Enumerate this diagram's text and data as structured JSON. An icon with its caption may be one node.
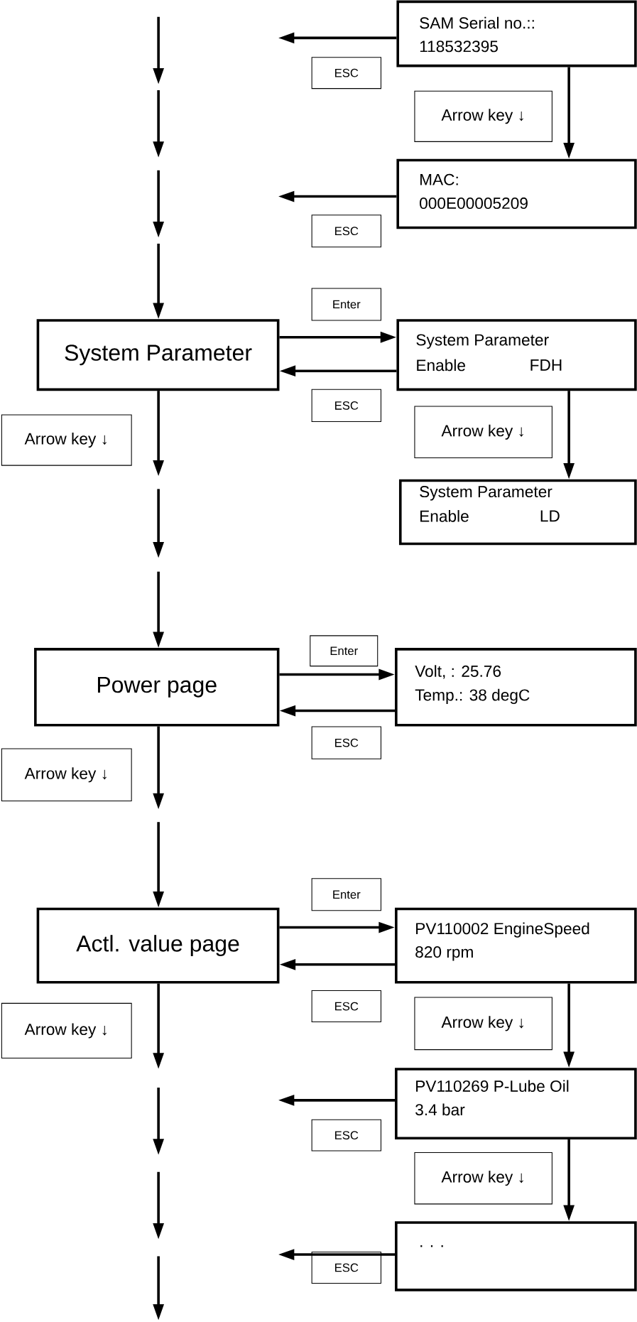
{
  "diagram": {
    "nodes": [
      {
        "text": [
          "SAM Serial no.::",
          "118532395"
        ]
      },
      {
        "text": [
          "ESC"
        ]
      },
      {
        "text": [
          "Arrow key ↓"
        ]
      },
      {
        "text": [
          "MAC:",
          "000E00005209"
        ]
      },
      {
        "text": [
          "ESC"
        ]
      },
      {
        "text": [
          "Enter"
        ]
      },
      {
        "text": [
          "System Parameter"
        ]
      },
      {
        "text": [
          "System Parameter",
          "Enable",
          "FDH"
        ]
      },
      {
        "text": [
          "ESC"
        ]
      },
      {
        "text": [
          "Arrow key ↓"
        ]
      },
      {
        "text": [
          "Arrow key ↓"
        ]
      },
      {
        "text": [
          "System Parameter",
          "Enable",
          "LD"
        ]
      },
      {
        "text": [
          "Power page"
        ]
      },
      {
        "text": [
          "Enter"
        ]
      },
      {
        "text": [
          "Volt, : 25.76",
          "Temp.: 38 degC"
        ]
      },
      {
        "text": [
          "ESC"
        ]
      },
      {
        "text": [
          "Arrow key ↓"
        ]
      },
      {
        "text": [
          "Enter"
        ]
      },
      {
        "text": [
          "Actl. value page"
        ]
      },
      {
        "text": [
          "PV110002 EngineSpeed",
          "820 rpm"
        ]
      },
      {
        "text": [
          "ESC"
        ]
      },
      {
        "text": [
          "Arrow key ↓"
        ]
      },
      {
        "text": [
          "Arrow key ↓"
        ]
      },
      {
        "text": [
          "PV110269 P-Lube Oil",
          "3.4 bar"
        ]
      },
      {
        "text": [
          "ESC"
        ]
      },
      {
        "text": [
          "Arrow key ↓"
        ]
      },
      {
        "text": [
          ". . ."
        ]
      },
      {
        "text": [
          "ESC"
        ]
      }
    ],
    "edges": [
      {
        "from": 0,
        "to": null,
        "arrow": "to"
      },
      {
        "from": 0,
        "to": 3,
        "arrow": "to"
      },
      {
        "from": 3,
        "to": null,
        "arrow": "to"
      },
      {
        "from": null,
        "to": 6,
        "arrow": "to"
      },
      {
        "from": 6,
        "to": 7,
        "arrow": "to"
      },
      {
        "from": 7,
        "to": 6,
        "arrow": "to"
      },
      {
        "from": 7,
        "to": 11,
        "arrow": "to"
      },
      {
        "from": 6,
        "to": null,
        "arrow": "to"
      },
      {
        "from": null,
        "to": 12,
        "arrow": "to"
      },
      {
        "from": 12,
        "to": 14,
        "arrow": "to"
      },
      {
        "from": 14,
        "to": 12,
        "arrow": "to"
      },
      {
        "from": 12,
        "to": null,
        "arrow": "to"
      },
      {
        "from": null,
        "to": 18,
        "arrow": "to"
      },
      {
        "from": 18,
        "to": 19,
        "arrow": "to"
      },
      {
        "from": 19,
        "to": 18,
        "arrow": "to"
      },
      {
        "from": 19,
        "to": 23,
        "arrow": "to"
      },
      {
        "from": 18,
        "to": null,
        "arrow": "to"
      },
      {
        "from": 23,
        "to": null,
        "arrow": "to"
      },
      {
        "from": 23,
        "to": 26,
        "arrow": "to"
      },
      {
        "from": 26,
        "to": null,
        "arrow": "to"
      }
    ]
  }
}
